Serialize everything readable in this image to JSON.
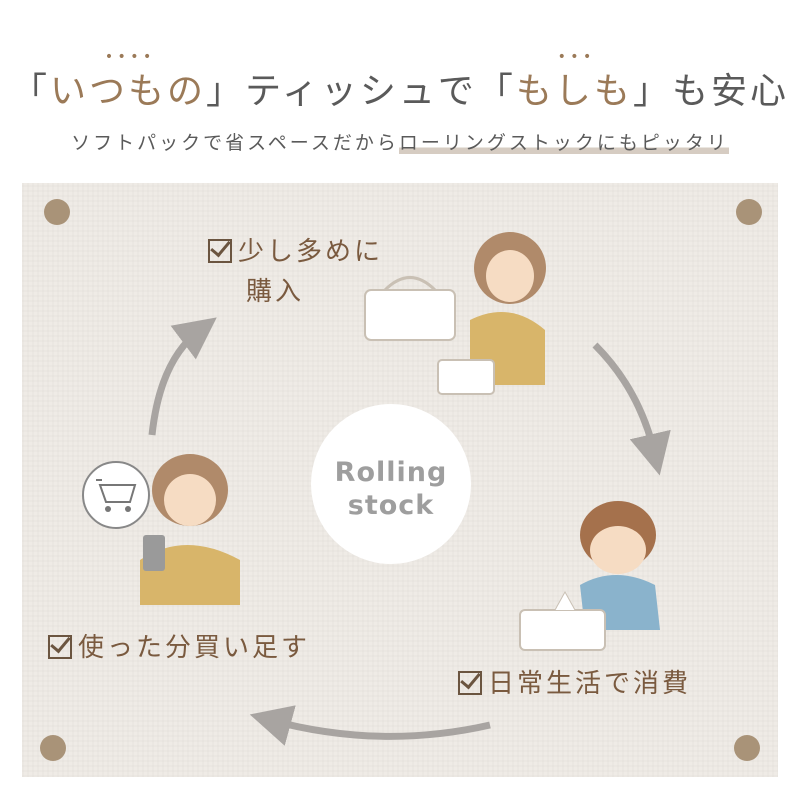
{
  "header": {
    "title_open1": "「",
    "title_accent1": "いつもの",
    "title_close1": "」",
    "title_mid": "ティッシュで",
    "title_open2": "「",
    "title_accent2": "もしも",
    "title_close2": "」",
    "title_end": "も安心",
    "dots1": "•  •  •  •",
    "dots2": "•  •  •",
    "subtitle_plain": "ソフトパックで省スペースだから",
    "subtitle_highlight": "ローリングストックにもピッタリ"
  },
  "cycle": {
    "center_line1": "Rolling",
    "center_line2": "stock",
    "steps": [
      {
        "line1": "少し多めに",
        "line2": "購入"
      },
      {
        "line1": "日常生活で消費"
      },
      {
        "line1": "使った分買い足す"
      }
    ]
  },
  "colors": {
    "accent": "#9b7a58",
    "text": "#5a5a5a",
    "card": "#efebe6",
    "pin": "#a99378",
    "arrow": "#a8a4a1"
  }
}
